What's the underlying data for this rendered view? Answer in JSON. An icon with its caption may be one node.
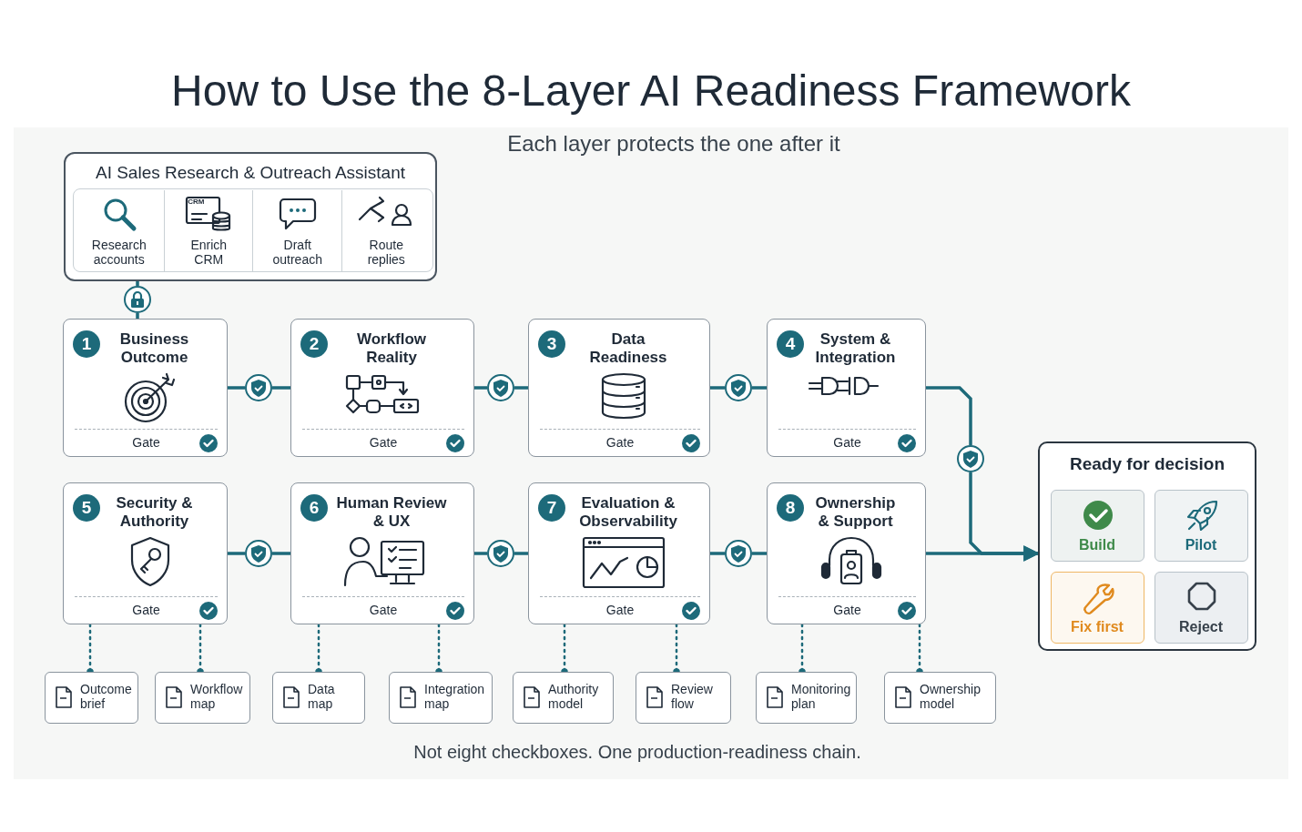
{
  "diagram": {
    "title": "How to Use the 8-Layer AI Readiness Framework",
    "caption": "Not eight checkboxes. One production-readiness chain.",
    "nodes": [
      {
        "text": [
          "AI Sales Research & Outreach Assistant"
        ]
      },
      {
        "text": [
          "Research accounts"
        ],
        "in": 0
      },
      {
        "text": [
          "CRM",
          "Enrich CRM"
        ],
        "in": 0
      },
      {
        "text": [
          "Draft outreach"
        ],
        "in": 0
      },
      {
        "text": [
          "Route replies"
        ],
        "in": 0
      },
      {
        "text": [
          "1",
          "Business Outcome",
          "Gate"
        ]
      },
      {
        "text": [
          "2",
          "Workflow Reality",
          "Gate"
        ]
      },
      {
        "text": [
          "3",
          "Data Readiness",
          "Gate"
        ]
      },
      {
        "text": [
          "4",
          "System & Integration",
          "Gate"
        ]
      },
      {
        "text": [
          "5",
          "Security & Authority",
          "Gate"
        ]
      },
      {
        "text": [
          "6",
          "Human Review & UX",
          "Gate"
        ]
      },
      {
        "text": [
          "7",
          "Evaluation & Observability",
          "Gate"
        ]
      },
      {
        "text": [
          "8",
          "Ownership & Support",
          "Gate"
        ]
      },
      {
        "text": [
          "Ready for decision"
        ]
      },
      {
        "text": [
          "Build"
        ],
        "in": 13
      },
      {
        "text": [
          "Pilot"
        ],
        "in": 13
      },
      {
        "text": [
          "Fix first"
        ],
        "in": 13
      },
      {
        "text": [
          "Reject"
        ],
        "in": 13
      },
      {
        "text": [
          "Outcome brief"
        ]
      },
      {
        "text": [
          "Workflow map"
        ]
      },
      {
        "text": [
          "Data map"
        ]
      },
      {
        "text": [
          "Integration map"
        ]
      },
      {
        "text": [
          "Authority model"
        ]
      },
      {
        "text": [
          "Review flow"
        ]
      },
      {
        "text": [
          "Monitoring plan"
        ]
      },
      {
        "text": [
          "Ownership model"
        ]
      },
      {
        "text": [],
        "shape": "circle"
      },
      {
        "text": [],
        "shape": "circle"
      },
      {
        "text": [],
        "shape": "circle"
      },
      {
        "text": [],
        "shape": "circle"
      },
      {
        "text": [],
        "shape": "circle"
      },
      {
        "text": [],
        "shape": "circle"
      },
      {
        "text": [],
        "shape": "circle"
      },
      {
        "text": [],
        "shape": "circle"
      }
    ],
    "edges": [
      {
        "from": 0,
        "to": 26,
        "arrow": "none"
      },
      {
        "from": 26,
        "to": 5,
        "arrow": "none"
      },
      {
        "from": 5,
        "to": 27,
        "arrow": "none"
      },
      {
        "from": 27,
        "to": 6,
        "arrow": "none"
      },
      {
        "from": 6,
        "to": 28,
        "arrow": "none"
      },
      {
        "from": 28,
        "to": 7,
        "arrow": "none"
      },
      {
        "from": 7,
        "to": 29,
        "arrow": "none"
      },
      {
        "from": 29,
        "to": 8,
        "arrow": "none"
      },
      {
        "from": 8,
        "to": 30,
        "arrow": "none"
      },
      {
        "from": 30,
        "to": 13,
        "arrow": "to"
      },
      {
        "from": 12,
        "to": 13,
        "arrow": "to"
      },
      {
        "from": 9,
        "to": 31,
        "arrow": "none"
      },
      {
        "from": 31,
        "to": 10,
        "arrow": "none"
      },
      {
        "from": 10,
        "to": 32,
        "arrow": "none"
      },
      {
        "from": 32,
        "to": 11,
        "arrow": "none"
      },
      {
        "from": 11,
        "to": 33,
        "arrow": "none"
      },
      {
        "from": 33,
        "to": 12,
        "arrow": "none"
      },
      {
        "from": 9,
        "to": 18,
        "arrow": "other",
        "style": "dashed"
      },
      {
        "from": 9,
        "to": 19,
        "arrow": "other",
        "style": "dashed"
      },
      {
        "from": 10,
        "to": 20,
        "arrow": "other",
        "style": "dashed"
      },
      {
        "from": 10,
        "to": 21,
        "arrow": "other",
        "style": "dashed"
      },
      {
        "from": 11,
        "to": 22,
        "arrow": "other",
        "style": "dashed"
      },
      {
        "from": 11,
        "to": 23,
        "arrow": "other",
        "style": "dashed"
      },
      {
        "from": 12,
        "to": 24,
        "arrow": "other",
        "style": "dashed"
      },
      {
        "from": 12,
        "to": 25,
        "arrow": "other",
        "style": "dashed"
      }
    ],
    "labels": [
      "Each layer protects the one after it"
    ]
  }
}
